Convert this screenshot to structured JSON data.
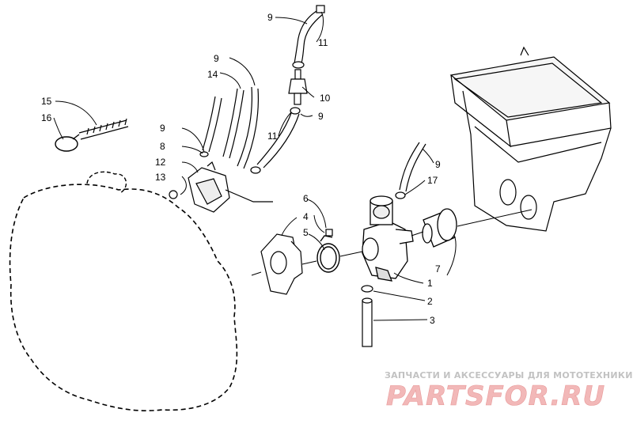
{
  "diagram": {
    "callouts": {
      "c1": "1",
      "c2": "2",
      "c3": "3",
      "c4": "4",
      "c5": "5",
      "c6": "6",
      "c7": "7",
      "c8": "8",
      "c9a": "9",
      "c9b": "9",
      "c9c": "9",
      "c9d": "9",
      "c9e": "9",
      "c10": "10",
      "c11a": "11",
      "c11b": "11",
      "c12": "12",
      "c13": "13",
      "c14": "14",
      "c15": "15",
      "c16": "16",
      "c17": "17"
    }
  },
  "watermark": {
    "tagline": "ЗАПЧАСТИ И АКСЕССУАРЫ ДЛЯ МОТОТЕХНИКИ",
    "logo": "PARTSFOR.RU",
    "accent_color": "#e88a8a"
  }
}
